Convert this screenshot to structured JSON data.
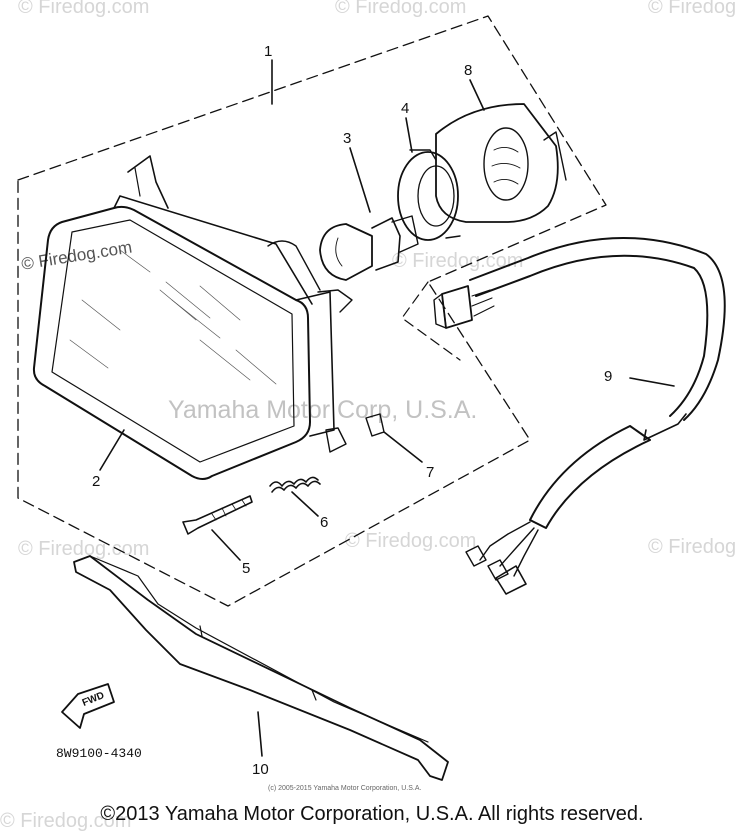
{
  "watermarks": {
    "site": "© Firedog.com",
    "site_short": "© Firedog",
    "site_mid": "© Firedog.com",
    "company": "Yamaha Motor Corp, U.S.A."
  },
  "callouts": {
    "assembly": "1",
    "headlight": "2",
    "bulb": "3",
    "socket": "4",
    "bolt": "5",
    "spring": "6",
    "nut": "7",
    "cover": "8",
    "lead_wire": "9",
    "bracket": "10"
  },
  "fwd_label": "FWD",
  "part_code": "8W9100-4340",
  "small_copyright": "(c) 2005-2015 Yamaha Motor Corporation, U.S.A.",
  "footer": "©2013 Yamaha Motor Corporation, U.S.A. All rights reserved."
}
